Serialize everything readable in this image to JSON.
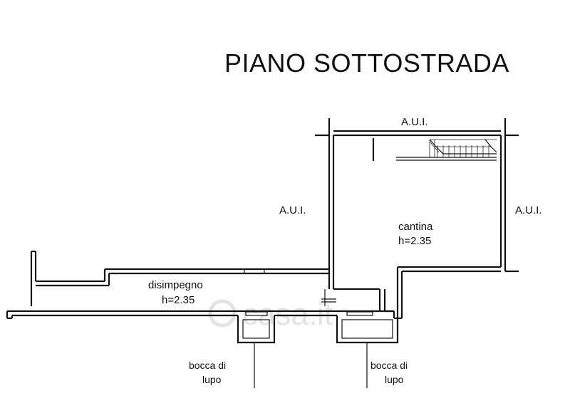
{
  "plan": {
    "title": "PIANO SOTTOSTRADA",
    "labels": {
      "aui_top": "A.U.I.",
      "aui_left": "A.U.I.",
      "aui_right": "A.U.I.",
      "cantina_name": "cantina",
      "cantina_height": "h=2.35",
      "disimpegno_name": "disimpegno",
      "disimpegno_height": "h=2.35",
      "bocca_left_line1": "bocca di",
      "bocca_left_line2": "lupo",
      "bocca_right_line1": "bocca di",
      "bocca_right_line2": "lupo"
    },
    "watermark": "casa.it"
  }
}
